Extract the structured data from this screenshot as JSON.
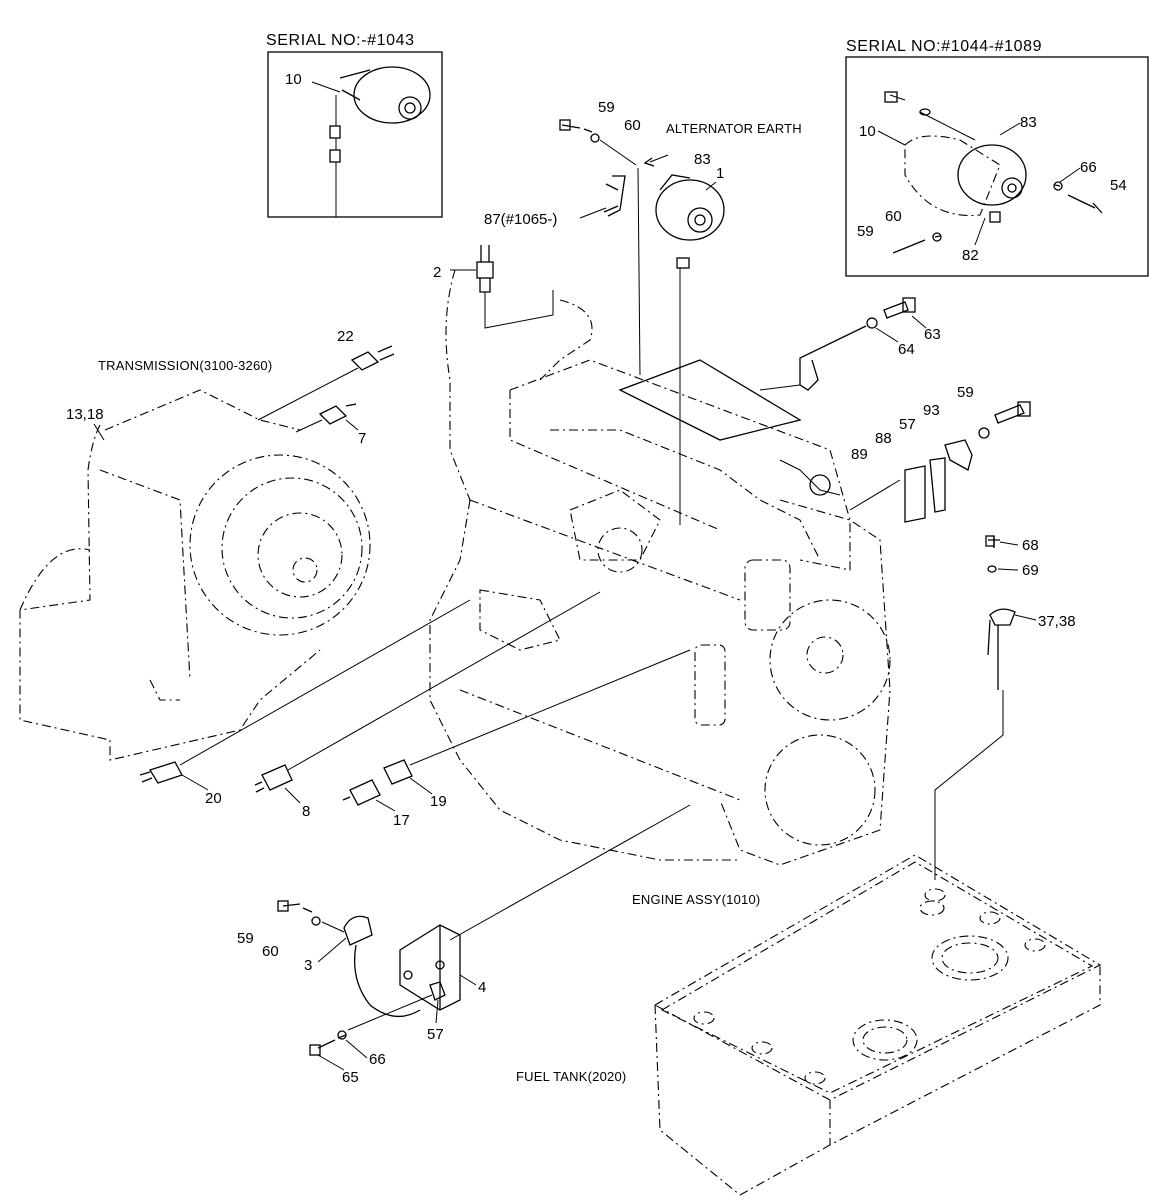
{
  "insets": {
    "left": {
      "serial": "SERIAL NO:-#1043",
      "labels": [
        "10"
      ]
    },
    "right": {
      "serial": "SERIAL NO:#1044-#1089",
      "labels": [
        "10",
        "83",
        "66",
        "54",
        "60",
        "59",
        "82"
      ]
    }
  },
  "captions": {
    "alternator_earth": "ALTERNATOR EARTH",
    "transmission": "TRANSMISSION(3100-3260)",
    "engine_assy": "ENGINE ASSY(1010)",
    "fuel_tank": "FUEL TANK(2020)"
  },
  "callouts": {
    "c59a": "59",
    "c60a": "60",
    "c83": "83",
    "c1": "1",
    "c87": "87(#1065-)",
    "c2": "2",
    "c22": "22",
    "c7": "7",
    "c1318": "13,18",
    "c63": "63",
    "c64": "64",
    "c59b": "59",
    "c93": "93",
    "c57a": "57",
    "c88": "88",
    "c89": "89",
    "c68": "68",
    "c69": "69",
    "c3738": "37,38",
    "c20": "20",
    "c8": "8",
    "c17": "17",
    "c19": "19",
    "c59c": "59",
    "c60c": "60",
    "c3": "3",
    "c4": "4",
    "c57b": "57",
    "c66": "66",
    "c65": "65"
  }
}
